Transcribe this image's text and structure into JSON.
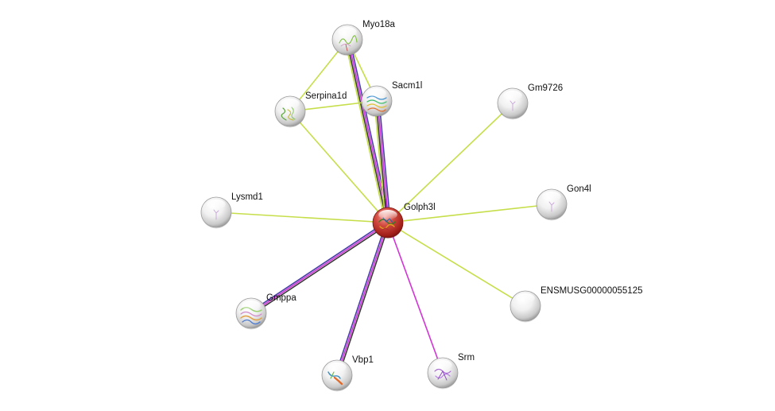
{
  "network": {
    "center": "Golph3l",
    "nodes": [
      {
        "id": "golph3l",
        "label": "Golph3l",
        "query": true,
        "structure": "red-glyph"
      },
      {
        "id": "myo18a",
        "label": "Myo18a",
        "structure": "green-coil"
      },
      {
        "id": "sacm1l",
        "label": "Sacm1l",
        "structure": "multicolor-helix"
      },
      {
        "id": "serpina1d",
        "label": "Serpina1d",
        "structure": "green-yellow-coil"
      },
      {
        "id": "gm9726",
        "label": "Gm9726",
        "structure": "faint-purple"
      },
      {
        "id": "gon4l",
        "label": "Gon4l",
        "structure": "faint-purple"
      },
      {
        "id": "lysmd1",
        "label": "Lysmd1",
        "structure": "faint-purple"
      },
      {
        "id": "ensmusg",
        "label": "ENSMUSG00000055125",
        "structure": "none"
      },
      {
        "id": "gmppa",
        "label": "Gmppa",
        "structure": "multicolor-dense"
      },
      {
        "id": "vbp1",
        "label": "Vbp1",
        "structure": "helix-blue-orange"
      },
      {
        "id": "srm",
        "label": "Srm",
        "structure": "purple-coil"
      }
    ],
    "edges": [
      {
        "source": "golph3l",
        "target": "myo18a",
        "evidence": [
          "textmining",
          "coexpression",
          "experiments",
          "database"
        ]
      },
      {
        "source": "golph3l",
        "target": "sacm1l",
        "evidence": [
          "textmining",
          "coexpression",
          "experiments",
          "database"
        ]
      },
      {
        "source": "golph3l",
        "target": "serpina1d",
        "evidence": [
          "textmining"
        ]
      },
      {
        "source": "golph3l",
        "target": "gm9726",
        "evidence": [
          "textmining"
        ]
      },
      {
        "source": "golph3l",
        "target": "gon4l",
        "evidence": [
          "textmining"
        ]
      },
      {
        "source": "golph3l",
        "target": "lysmd1",
        "evidence": [
          "textmining"
        ]
      },
      {
        "source": "golph3l",
        "target": "ensmusg",
        "evidence": [
          "textmining"
        ]
      },
      {
        "source": "golph3l",
        "target": "gmppa",
        "evidence": [
          "coexpression",
          "experiments",
          "database"
        ]
      },
      {
        "source": "golph3l",
        "target": "vbp1",
        "evidence": [
          "coexpression",
          "experiments",
          "database"
        ]
      },
      {
        "source": "golph3l",
        "target": "srm",
        "evidence": [
          "experiments"
        ]
      },
      {
        "source": "myo18a",
        "target": "serpina1d",
        "evidence": [
          "textmining"
        ]
      },
      {
        "source": "myo18a",
        "target": "sacm1l",
        "evidence": [
          "textmining"
        ]
      },
      {
        "source": "serpina1d",
        "target": "sacm1l",
        "evidence": [
          "textmining"
        ]
      }
    ],
    "evidence_colors": {
      "textmining": "#c6de4a",
      "coexpression": "#3a3a3a",
      "experiments": "#d234d6",
      "database": "#4a3fa8"
    }
  }
}
